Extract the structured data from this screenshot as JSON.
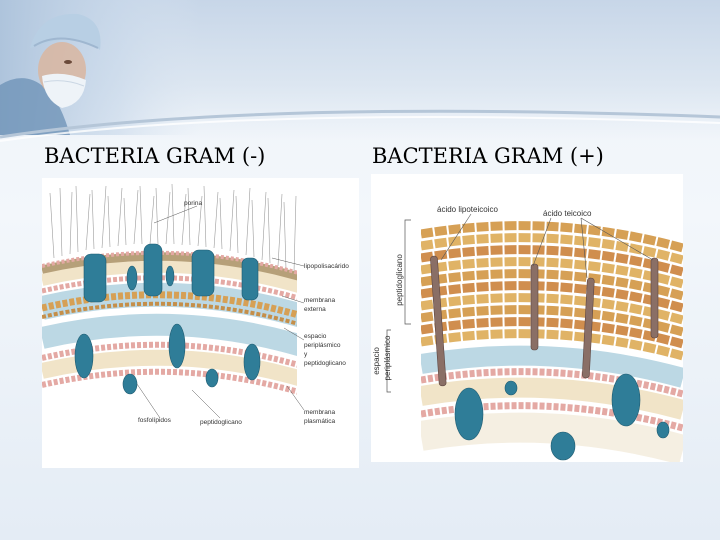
{
  "titles": {
    "gram_negative": "BACTERIA GRAM (-)",
    "gram_positive": "BACTERIA GRAM (+)"
  },
  "gram_negative_labels": {
    "porina": "porina",
    "lipopolisacarido": "lipopolisacárido",
    "membrana_externa_1": "membrana",
    "membrana_externa_2": "externa",
    "espacio_1": "espacio",
    "espacio_2": "periplásmico",
    "espacio_3": "y",
    "espacio_4": "peptidoglicano",
    "fosfolipidos": "fosfolípidos",
    "peptidoglicano": "peptidoglicano",
    "membrana_plasmatica_1": "membrana",
    "membrana_plasmatica_2": "plasmática"
  },
  "gram_positive_labels": {
    "acido_lipoteicoico": "ácido lipoteicoico",
    "acido_teicoico": "ácido teicoico",
    "peptidoglicano": "peptidoglicano",
    "espacio_1": "espacio",
    "espacio_2": "periplásmico"
  },
  "colors": {
    "protein": "#2f7d98",
    "lipid_head": "#e4a9a4",
    "peptidoglycan": "#d6a055",
    "periplasm": "#bcd8e4",
    "lps": "#b6a079"
  }
}
